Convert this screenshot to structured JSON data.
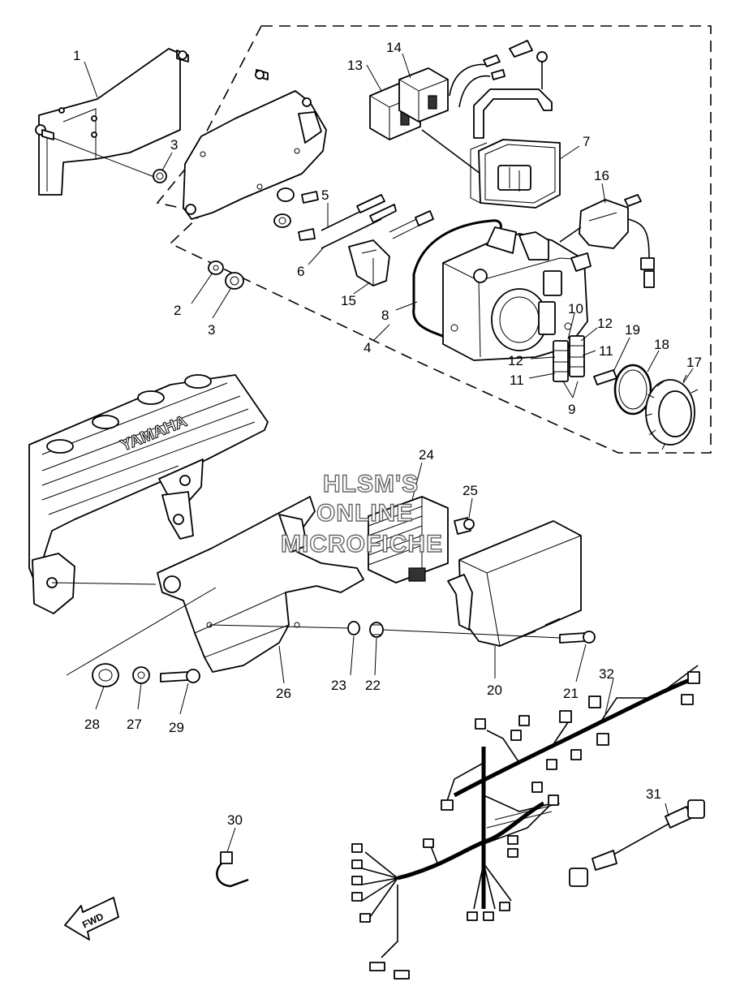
{
  "diagram": {
    "callouts": {
      "p1": "1",
      "p2": "2",
      "p3a": "3",
      "p3b": "3",
      "p4": "4",
      "p5": "5",
      "p6": "6",
      "p7": "7",
      "p8": "8",
      "p9": "9",
      "p10": "10",
      "p11a": "11",
      "p11b": "11",
      "p12a": "12",
      "p12b": "12",
      "p13": "13",
      "p14": "14",
      "p15": "15",
      "p16": "16",
      "p17": "17",
      "p18": "18",
      "p19": "19",
      "p20": "20",
      "p21": "21",
      "p22": "22",
      "p23": "23",
      "p24": "24",
      "p25": "25",
      "p26": "26",
      "p27": "27",
      "p28": "28",
      "p29": "29",
      "p30": "30",
      "p31": "31",
      "p32": "32"
    },
    "watermark": [
      "HLSM'S",
      "ONLINE",
      "MICROFICHE"
    ],
    "engine_emboss": "YAMAHA",
    "direction_label": "FWD"
  }
}
